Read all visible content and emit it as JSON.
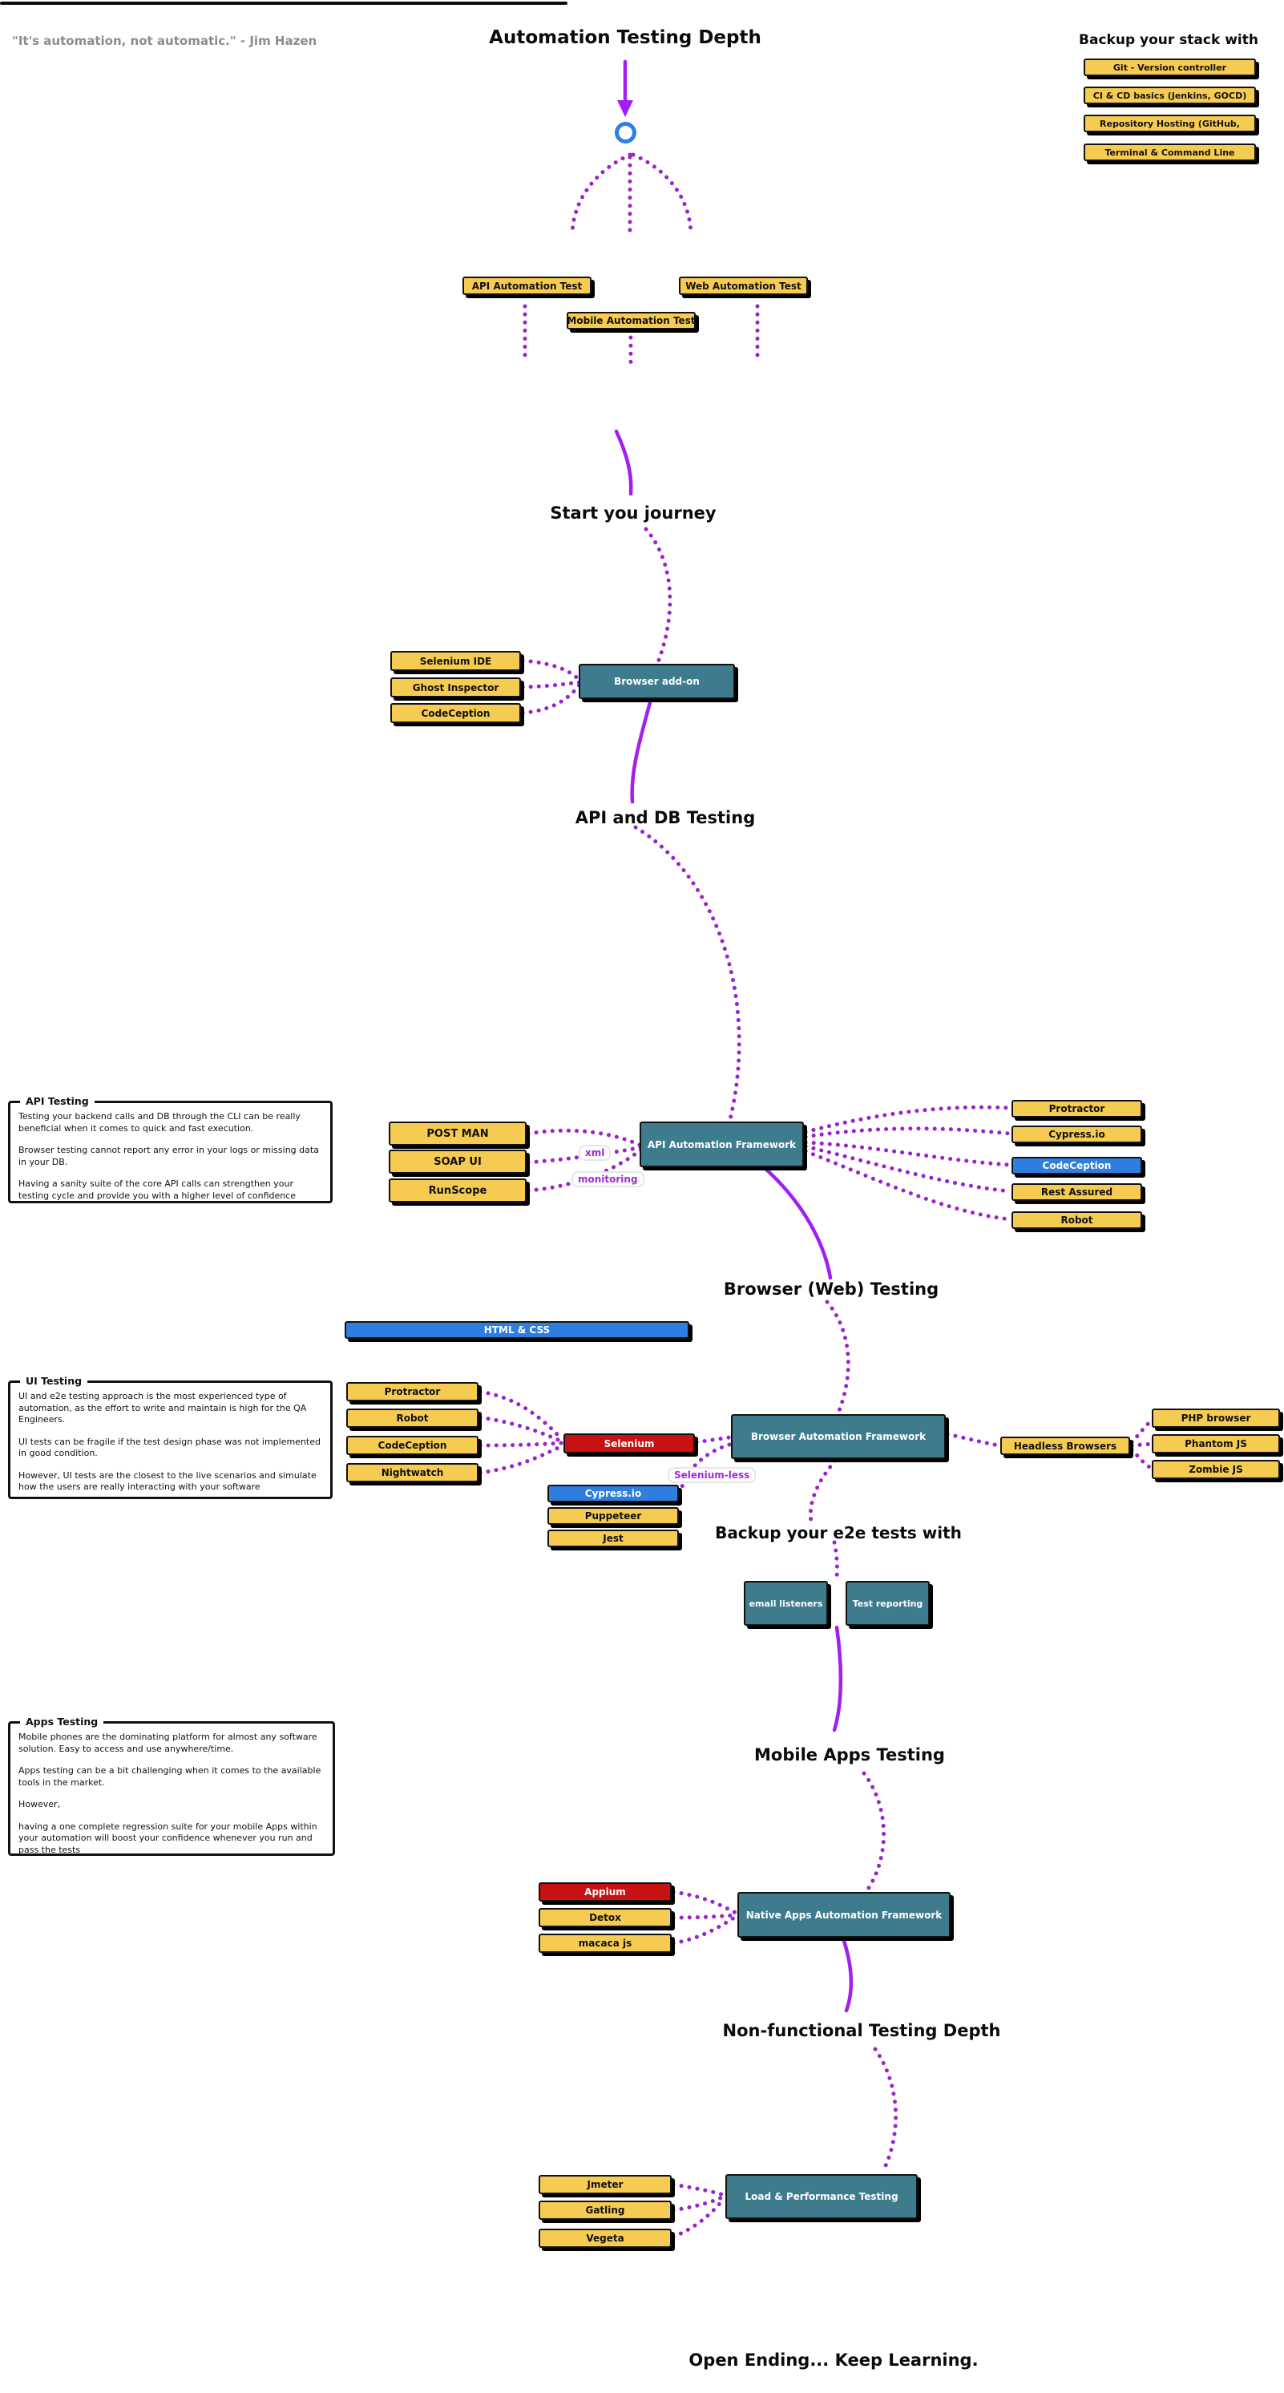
{
  "header": {
    "quote": "\"It's automation, not automatic.\" - Jim Hazen",
    "title": "Automation Testing Depth"
  },
  "backup_stack": {
    "title": "Backup your stack with",
    "items": [
      "Git - Version controller",
      "CI & CD basics (Jenkins, GOCD)",
      "Repository Hosting (GitHub,",
      "Terminal & Command Line"
    ]
  },
  "entry": {
    "api_test": "API Automation Test",
    "web_test": "Web Automation Test",
    "mobile_test": "Mobile Automation Test"
  },
  "journey": {
    "start_title": "Start you journey",
    "addons": [
      "Selenium IDE",
      "Ghost Inspector",
      "CodeCeption"
    ],
    "browser_addon": "Browser add-on"
  },
  "api_section": {
    "title": "API and DB Testing",
    "note": {
      "legend": "API Testing",
      "paragraphs": [
        "Testing your backend calls and DB through the CLI can be really beneficial when it comes to quick and fast execution.",
        "Browser testing cannot report any error in your logs or missing data in your DB.",
        "Having a sanity suite of the core API calls can strengthen your testing cycle and provide you with a higher level of confidence"
      ]
    },
    "tools": [
      "POST MAN",
      "SOAP UI",
      "RunScope"
    ],
    "framework": "API Automation Framework",
    "edge_labels": {
      "xml": "xml",
      "monitoring": "monitoring"
    },
    "frameworks_right": [
      "Protractor",
      "Cypress.io",
      "CodeCeption",
      "Rest Assured",
      "Robot"
    ]
  },
  "browser_section": {
    "title": "Browser (Web) Testing",
    "html_css": "HTML & CSS",
    "note": {
      "legend": "UI Testing",
      "paragraphs": [
        "UI and e2e testing approach is the most experienced type of automation, as the effort to write and maintain is high for the QA Engineers.",
        "UI tests can be fragile if the test design phase was not implemented in good condition.",
        "However, UI tests are the closest to the live scenarios and simulate how the users are really interacting with your software"
      ]
    },
    "left_tools": [
      "Protractor",
      "Robot",
      "CodeCeption",
      "Nightwatch"
    ],
    "selenium": "Selenium",
    "selenium_less_label": "Selenium-less",
    "alt_tools": [
      "Cypress.io",
      "Puppeteer",
      "Jest"
    ],
    "framework": "Browser Automation Framework",
    "headless": "Headless Browsers",
    "headless_tools": [
      "PHP browser",
      "Phantom JS",
      "Zombie JS"
    ]
  },
  "e2e_backup": {
    "title": "Backup your e2e tests with",
    "items": [
      "email listeners",
      "Test reporting"
    ]
  },
  "mobile_section": {
    "title": "Mobile Apps Testing",
    "note": {
      "legend": "Apps Testing",
      "paragraphs": [
        "Mobile phones are the dominating platform for almost any software solution. Easy to access and use anywhere/time.",
        "Apps testing can be a bit challenging when it comes to the available tools in the market.",
        "However,",
        "having a one complete regression suite for your mobile Apps within your automation will boost your confidence whenever you run and pass the tests"
      ]
    },
    "tools": [
      "Appium",
      "Detox",
      "macaca js"
    ],
    "framework": "Native Apps Automation Framework"
  },
  "nonfunctional_section": {
    "title": "Non-functional Testing Depth",
    "tools": [
      "Jmeter",
      "Gatling",
      "Vegeta"
    ],
    "framework": "Load & Performance Testing"
  },
  "footer": {
    "closing": "Open Ending... Keep Learning."
  },
  "colors": {
    "node_yellow": "#F6CB52",
    "node_teal": "#3E7C8D",
    "node_red": "#C91111",
    "node_blue": "#2E7EE0",
    "wire_solid_purple": "#A21FEF",
    "wire_dotted_purple": "#9C22CC",
    "ring_blue": "#2E7FE8"
  }
}
